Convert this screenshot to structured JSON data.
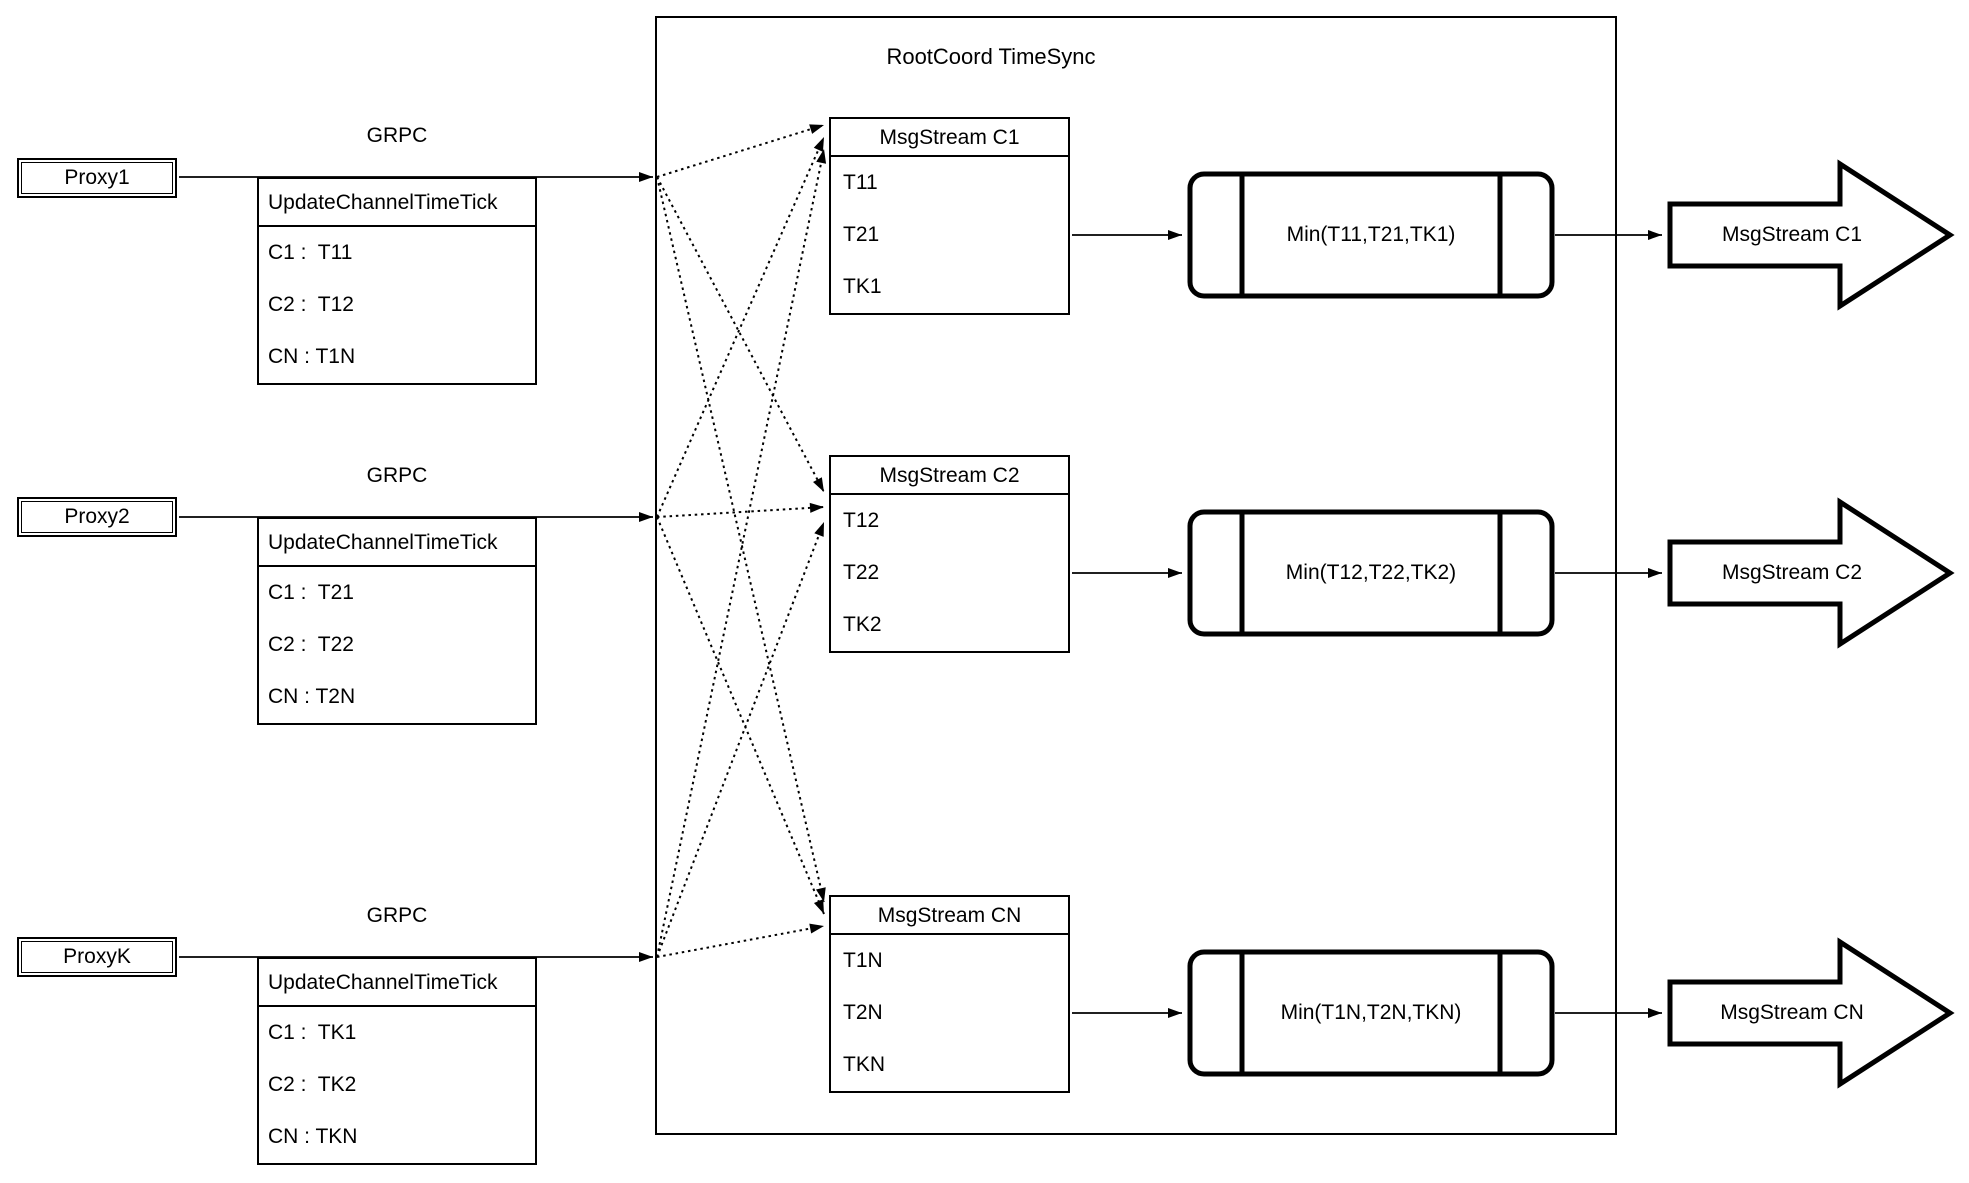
{
  "diagram": {
    "title": "RootCoord TimeSync",
    "colors": {
      "stroke": "#000000",
      "background": "#ffffff"
    },
    "proxies": [
      {
        "label": "Proxy1",
        "grpc": "GRPC",
        "table_header": "UpdateChannelTimeTick",
        "rows": [
          "C1 :  T11",
          "C2 :  T12",
          "CN : T1N"
        ]
      },
      {
        "label": "Proxy2",
        "grpc": "GRPC",
        "table_header": "UpdateChannelTimeTick",
        "rows": [
          "C1 :  T21",
          "C2 :  T22",
          "CN : T2N"
        ]
      },
      {
        "label": "ProxyK",
        "grpc": "GRPC",
        "table_header": "UpdateChannelTimeTick",
        "rows": [
          "C1 :  TK1",
          "C2 :  TK2",
          "CN : TKN"
        ]
      }
    ],
    "streams": [
      {
        "table_header": "MsgStream C1",
        "rows": [
          "T11",
          "T21",
          "TK1"
        ],
        "min_label": "Min(T11,T21,TK1)",
        "output_label": "MsgStream C1"
      },
      {
        "table_header": "MsgStream C2",
        "rows": [
          "T12",
          "T22",
          "TK2"
        ],
        "min_label": "Min(T12,T22,TK2)",
        "output_label": "MsgStream C2"
      },
      {
        "table_header": "MsgStream CN",
        "rows": [
          "T1N",
          "T2N",
          "TKN"
        ],
        "min_label": "Min(T1N,T2N,TKN)",
        "output_label": "MsgStream CN"
      }
    ]
  }
}
